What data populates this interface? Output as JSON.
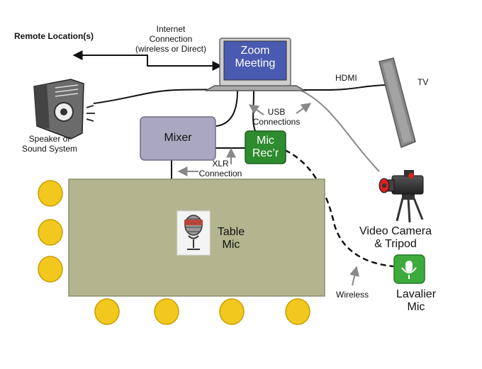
{
  "remote_location": "Remote Location(s)",
  "internet": {
    "line1": "Internet",
    "line2": "Connection",
    "line3": "(wireless or Direct)"
  },
  "laptop": {
    "line1": "Zoom",
    "line2": "Meeting"
  },
  "hdmi": "HDMI",
  "tv": "TV",
  "usb": {
    "line1": "USB",
    "line2": "Connections"
  },
  "speaker": {
    "line1": "Speaker or",
    "line2": "Sound System"
  },
  "mixer": "Mixer",
  "mic_recorder": {
    "line1": "Mic",
    "line2": "Rec’r"
  },
  "xlr": {
    "line1": "XLR",
    "line2": "Connection"
  },
  "table_mic": {
    "line1": "Table",
    "line2": "Mic"
  },
  "video_camera": {
    "line1": "Video Camera",
    "line2": "& Tripod"
  },
  "wireless": "Wireless",
  "lavalier": {
    "line1": "Lavalier",
    "line2": "Mic"
  },
  "colors": {
    "laptop_screen": "#4a5ab0",
    "mixer": "#a9a8c0",
    "mic_receiver": "#2e8b2e",
    "table": "#b3b58f",
    "chair": "#f2c81e",
    "lavalier": "#3cab3c"
  }
}
